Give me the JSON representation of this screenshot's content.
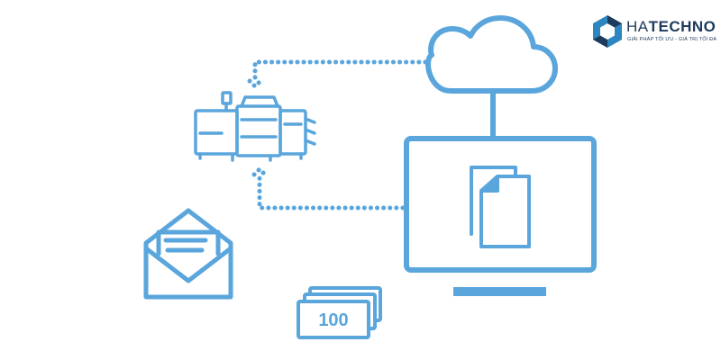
{
  "brand": {
    "name_part1": "HA",
    "name_part2": "TECHNO",
    "tagline": "GIẢI PHÁP TỐI ƯU - GIÁ TRỊ TỐI ĐA",
    "color_dark": "#1d3b5c",
    "color_accent": "#2e86c1"
  },
  "diagram": {
    "stroke_color": "#5aa6dc",
    "nodes": [
      {
        "id": "cloud",
        "icon": "cloud-icon"
      },
      {
        "id": "monitor",
        "icon": "monitor-icon"
      },
      {
        "id": "documents",
        "icon": "documents-icon"
      },
      {
        "id": "printer",
        "icon": "production-printer-icon"
      },
      {
        "id": "envelope",
        "icon": "envelope-icon"
      },
      {
        "id": "money",
        "icon": "banknotes-icon"
      }
    ],
    "money_label": "100"
  }
}
